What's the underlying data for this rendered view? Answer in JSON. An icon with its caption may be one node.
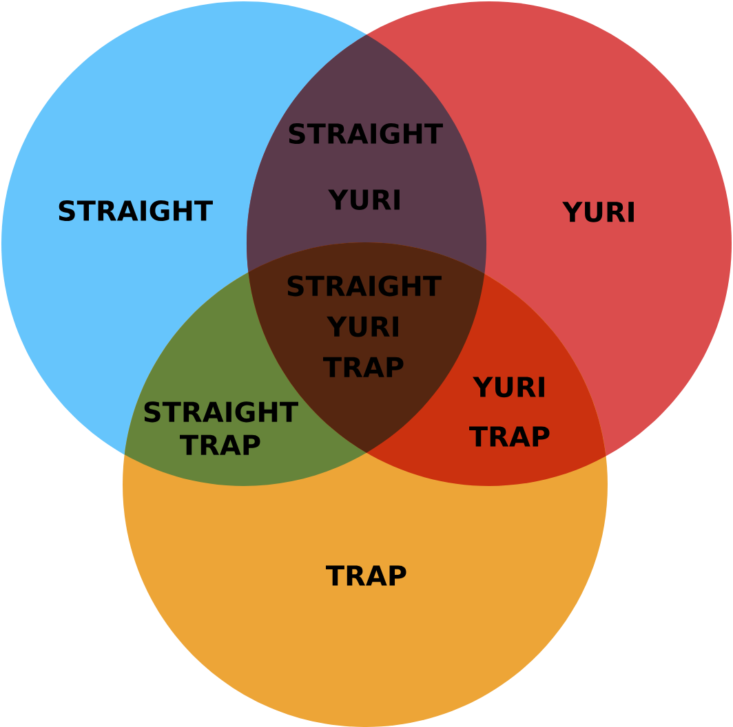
{
  "diagram": {
    "nodes": [
      {
        "text": [
          "STRAIGHT"
        ]
      },
      {
        "text": [
          "YURI"
        ]
      },
      {
        "text": [
          "TRAP"
        ]
      }
    ],
    "labels": [
      "STRAIGHT YURI",
      "STRAIGHT YURI TRAP",
      "STRAIGHT TRAP",
      "YURI TRAP"
    ]
  }
}
